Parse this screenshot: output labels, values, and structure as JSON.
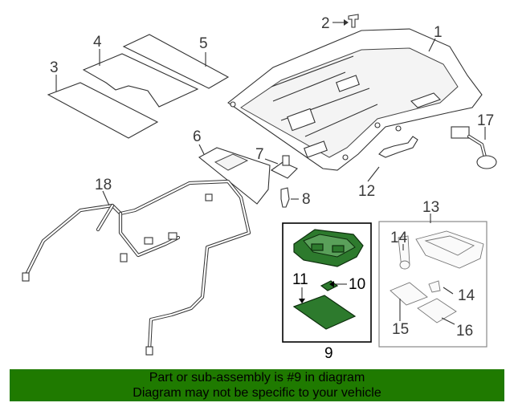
{
  "diagram": {
    "callouts": {
      "p1": "1",
      "p2": "2",
      "p3": "3",
      "p4": "4",
      "p5": "5",
      "p6": "6",
      "p7": "7",
      "p8": "8",
      "p9": "9",
      "p10": "10",
      "p11": "11",
      "p12": "12",
      "p13": "13",
      "p14a": "14",
      "p14b": "14",
      "p15": "15",
      "p16": "16",
      "p17": "17",
      "p18": "18"
    },
    "highlight_color": "#2d7a2d"
  },
  "footer": {
    "line1": "Part or sub-assembly is #9 in diagram",
    "line2": "Diagram may not be specific to your vehicle",
    "background": "#1f7a00"
  }
}
